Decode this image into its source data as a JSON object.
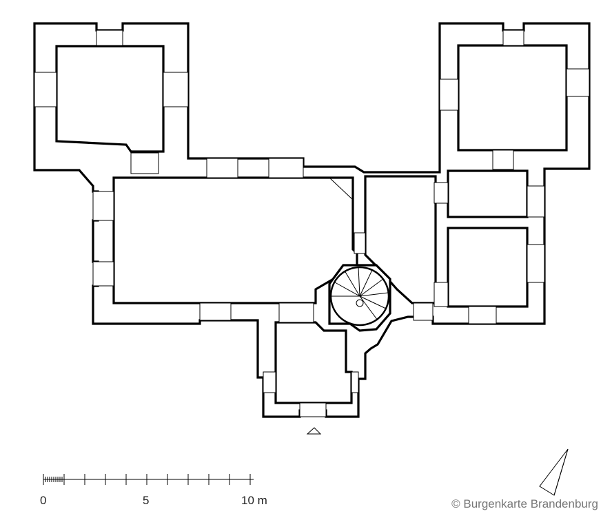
{
  "scale_bar": {
    "label_start": "0",
    "label_mid": "5",
    "label_end": "10 m"
  },
  "copyright": "© Burgenkarte Brandenburg",
  "icons": {
    "north_arrow": "north-arrow-icon",
    "entrance_marker": "triangle-icon"
  },
  "colors": {
    "lines": "#000000",
    "background": "#ffffff",
    "credit_text": "#777777"
  }
}
